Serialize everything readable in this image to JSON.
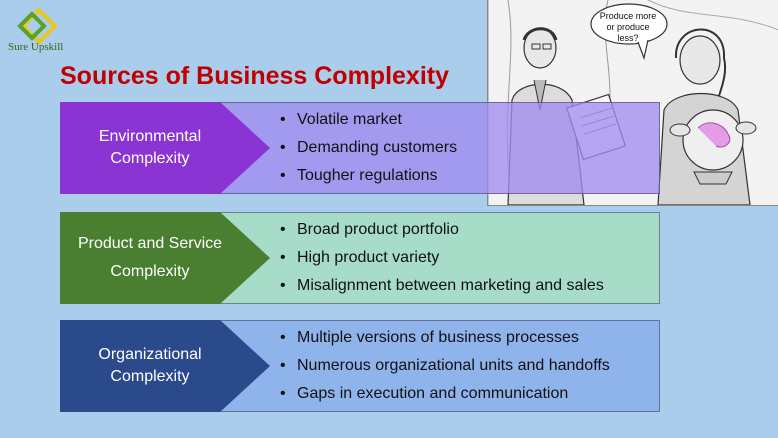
{
  "logo": {
    "text": "Sure Upskill",
    "colors": {
      "green": "#5aa02c",
      "yellow": "#e8c820"
    }
  },
  "title": "Sources of Business Complexity",
  "illustration": {
    "description_icon": "sketch-illustration",
    "bubble_text": "Produce more or produce less?"
  },
  "rows": [
    {
      "id": "env",
      "label": "Environmental Complexity",
      "arrow_color": "#8b34d4",
      "items": [
        "Volatile market",
        "Demanding customers",
        "Tougher regulations"
      ]
    },
    {
      "id": "prod",
      "label": "Product and Service Complexity",
      "arrow_color": "#4a7e30",
      "items": [
        "Broad product portfolio",
        "High product variety",
        "Misalignment between marketing and sales"
      ]
    },
    {
      "id": "org",
      "label": "Organizational Complexity",
      "arrow_color": "#2a4a8c",
      "items": [
        "Multiple versions of business processes",
        "Numerous organizational units and handoffs",
        "Gaps in execution and communication"
      ]
    }
  ]
}
